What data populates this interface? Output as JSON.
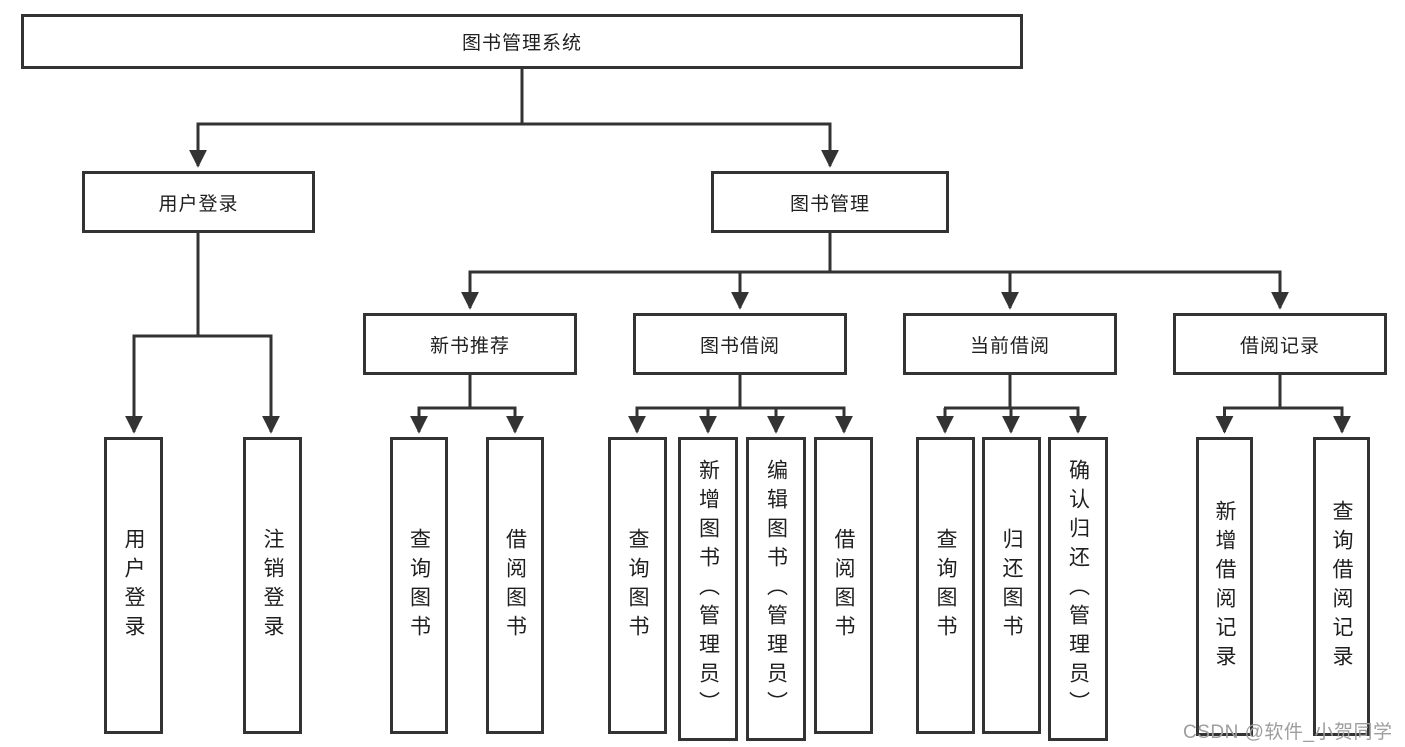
{
  "diagram": {
    "title": "图书管理系统",
    "level2": {
      "user_login": "用户登录",
      "book_mgmt": "图书管理"
    },
    "user_login_children": [
      "用户登录",
      "注销登录"
    ],
    "modules": [
      {
        "label": "新书推荐",
        "children": [
          "查询图书",
          "借阅图书"
        ]
      },
      {
        "label": "图书借阅",
        "children": [
          "查询图书",
          "新增图书（管理员）",
          "编辑图书（管理员）",
          "借阅图书"
        ]
      },
      {
        "label": "当前借阅",
        "children": [
          "查询图书",
          "归还图书",
          "确认归还（管理员）"
        ]
      },
      {
        "label": "借阅记录",
        "children": [
          "新增借阅记录",
          "查询借阅记录"
        ]
      }
    ],
    "watermark": "CSDN @软件_小贺同学",
    "colors": {
      "line": "#333333",
      "text": "#1f1f1f",
      "background": "#ffffff",
      "watermark": "#9e9e9e"
    }
  }
}
